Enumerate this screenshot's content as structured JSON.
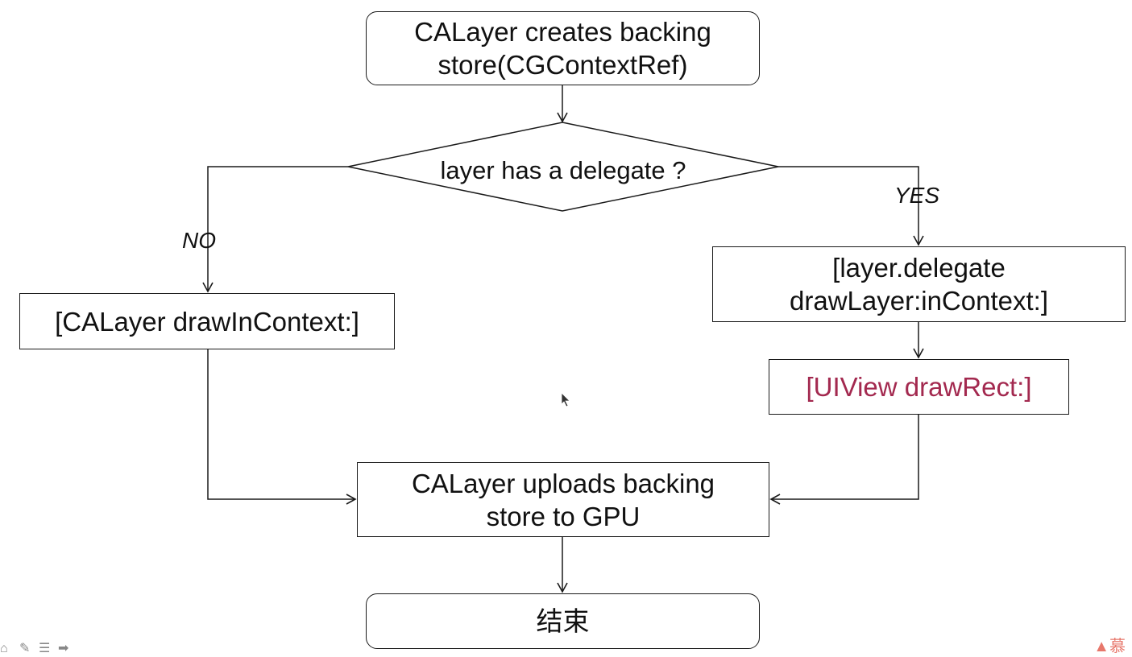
{
  "nodes": {
    "start": "CALayer creates backing\nstore(CGContextRef)",
    "decision": "layer has a delegate ?",
    "draw_in_context": "[CALayer drawInContext:]",
    "delegate_draw": "[layer.delegate\ndrawLayer:inContext:]",
    "view_draw_rect": "[UIView drawRect:]",
    "upload": "CALayer uploads backing\nstore to GPU",
    "end": "结束"
  },
  "edge_labels": {
    "no": "NO",
    "yes": "YES"
  },
  "colors": {
    "line": "#1a1a1a",
    "highlight_text": "#a3294f"
  },
  "footer": {
    "icons": [
      "home-icon",
      "pencil-icon",
      "list-icon",
      "forward-arrow-icon"
    ],
    "brand_glyph": "慕",
    "brand_icon": "flame-icon"
  }
}
